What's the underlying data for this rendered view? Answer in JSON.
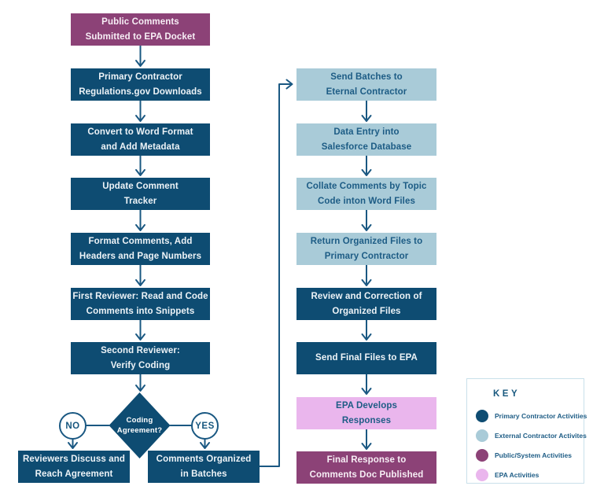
{
  "flow": {
    "left": [
      {
        "lines": [
          "Public Comments",
          "Submitted to EPA Docket"
        ]
      },
      {
        "lines": [
          "Primary Contractor",
          "Regulations.gov Downloads"
        ]
      },
      {
        "lines": [
          "Convert to Word Format",
          "and Add Metadata"
        ]
      },
      {
        "lines": [
          "Update Comment",
          "Tracker"
        ]
      },
      {
        "lines": [
          "Format Comments, Add",
          "Headers and Page Numbers"
        ]
      },
      {
        "lines": [
          "First Reviewer: Read and Code",
          "Comments into Snippets"
        ]
      },
      {
        "lines": [
          "Second Reviewer:",
          "Verify Coding"
        ]
      }
    ],
    "decision": {
      "lines": [
        "Coding",
        "Agreement?"
      ],
      "no_label": "NO",
      "yes_label": "YES"
    },
    "bottom_left": {
      "lines": [
        "Reviewers Discuss and",
        "Reach Agreement"
      ]
    },
    "bottom_right": {
      "lines": [
        "Comments Organized",
        "in Batches"
      ]
    },
    "right": [
      {
        "lines": [
          "Send Batches to",
          "Eternal Contractor"
        ]
      },
      {
        "lines": [
          "Data Entry into",
          "Salesforce Database"
        ]
      },
      {
        "lines": [
          "Collate Comments by Topic",
          "Code inton Word Files"
        ]
      },
      {
        "lines": [
          "Return Organized Files to",
          "Primary Contractor"
        ]
      },
      {
        "lines": [
          "Review and Correction of",
          "Organized Files"
        ]
      },
      {
        "lines": [
          "Send Final Files to EPA"
        ]
      },
      {
        "lines": [
          "EPA Develops",
          "Responses"
        ]
      },
      {
        "lines": [
          "Final Response to",
          "Comments Doc Published"
        ]
      }
    ]
  },
  "key": {
    "title": "KEY",
    "items": [
      {
        "label": "Primary Contractor Activities",
        "color": "#0E4C72"
      },
      {
        "label": "External Contractor Activites",
        "color": "#A9CBD8"
      },
      {
        "label": "Public/System Activities",
        "color": "#8C4277"
      },
      {
        "label": "EPA Activities",
        "color": "#EAB6ED"
      }
    ]
  },
  "colors": {
    "primary_contractor": "#0E4C72",
    "external_contractor": "#A9CBD8",
    "public_system": "#8C4277",
    "epa": "#EAB6ED",
    "arrow": "#1A5882",
    "text_on_dark": "#EDF3F7",
    "text_on_light": "#1D5C85",
    "key_border": "#C9E0EA"
  }
}
